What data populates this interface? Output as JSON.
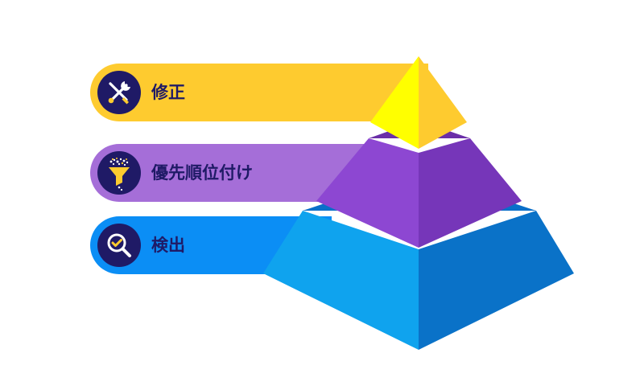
{
  "colors": {
    "navy": "#1f1a66",
    "yellow": "#fecb2f",
    "yellow_light": "#ffff00",
    "purple": "#a56ed8",
    "purple_dark": "#7b3dbe",
    "blue": "#0b8ef5",
    "blue_dark": "#0a6fc9",
    "label_text": "#1f1a66"
  },
  "levels": [
    {
      "label": "修正",
      "icon": "wrench-screwdriver-icon"
    },
    {
      "label": "優先順位付け",
      "icon": "funnel-icon"
    },
    {
      "label": "検出",
      "icon": "magnifier-check-icon"
    }
  ]
}
